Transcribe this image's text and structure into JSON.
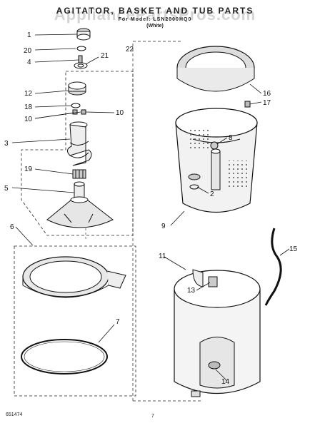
{
  "title": "AGITATOR, BASKET AND TUB PARTS",
  "subtitle_line_1": "For Model: LSN2000HQ0",
  "subtitle_line_2": "(White)",
  "watermark": "AppliancePartsPros.com",
  "figure_number": "651474",
  "page_number": "7",
  "callouts": [
    "1",
    "20",
    "4",
    "21",
    "22",
    "12",
    "18",
    "10",
    "10",
    "3",
    "19",
    "5",
    "6",
    "7",
    "16",
    "17",
    "8",
    "2",
    "9",
    "11",
    "15",
    "13",
    "14"
  ],
  "colors": {
    "line": "#1a1a1a",
    "shade": "#d8d8d8",
    "hole": "#555555",
    "watermark": "#a0a0a0"
  }
}
